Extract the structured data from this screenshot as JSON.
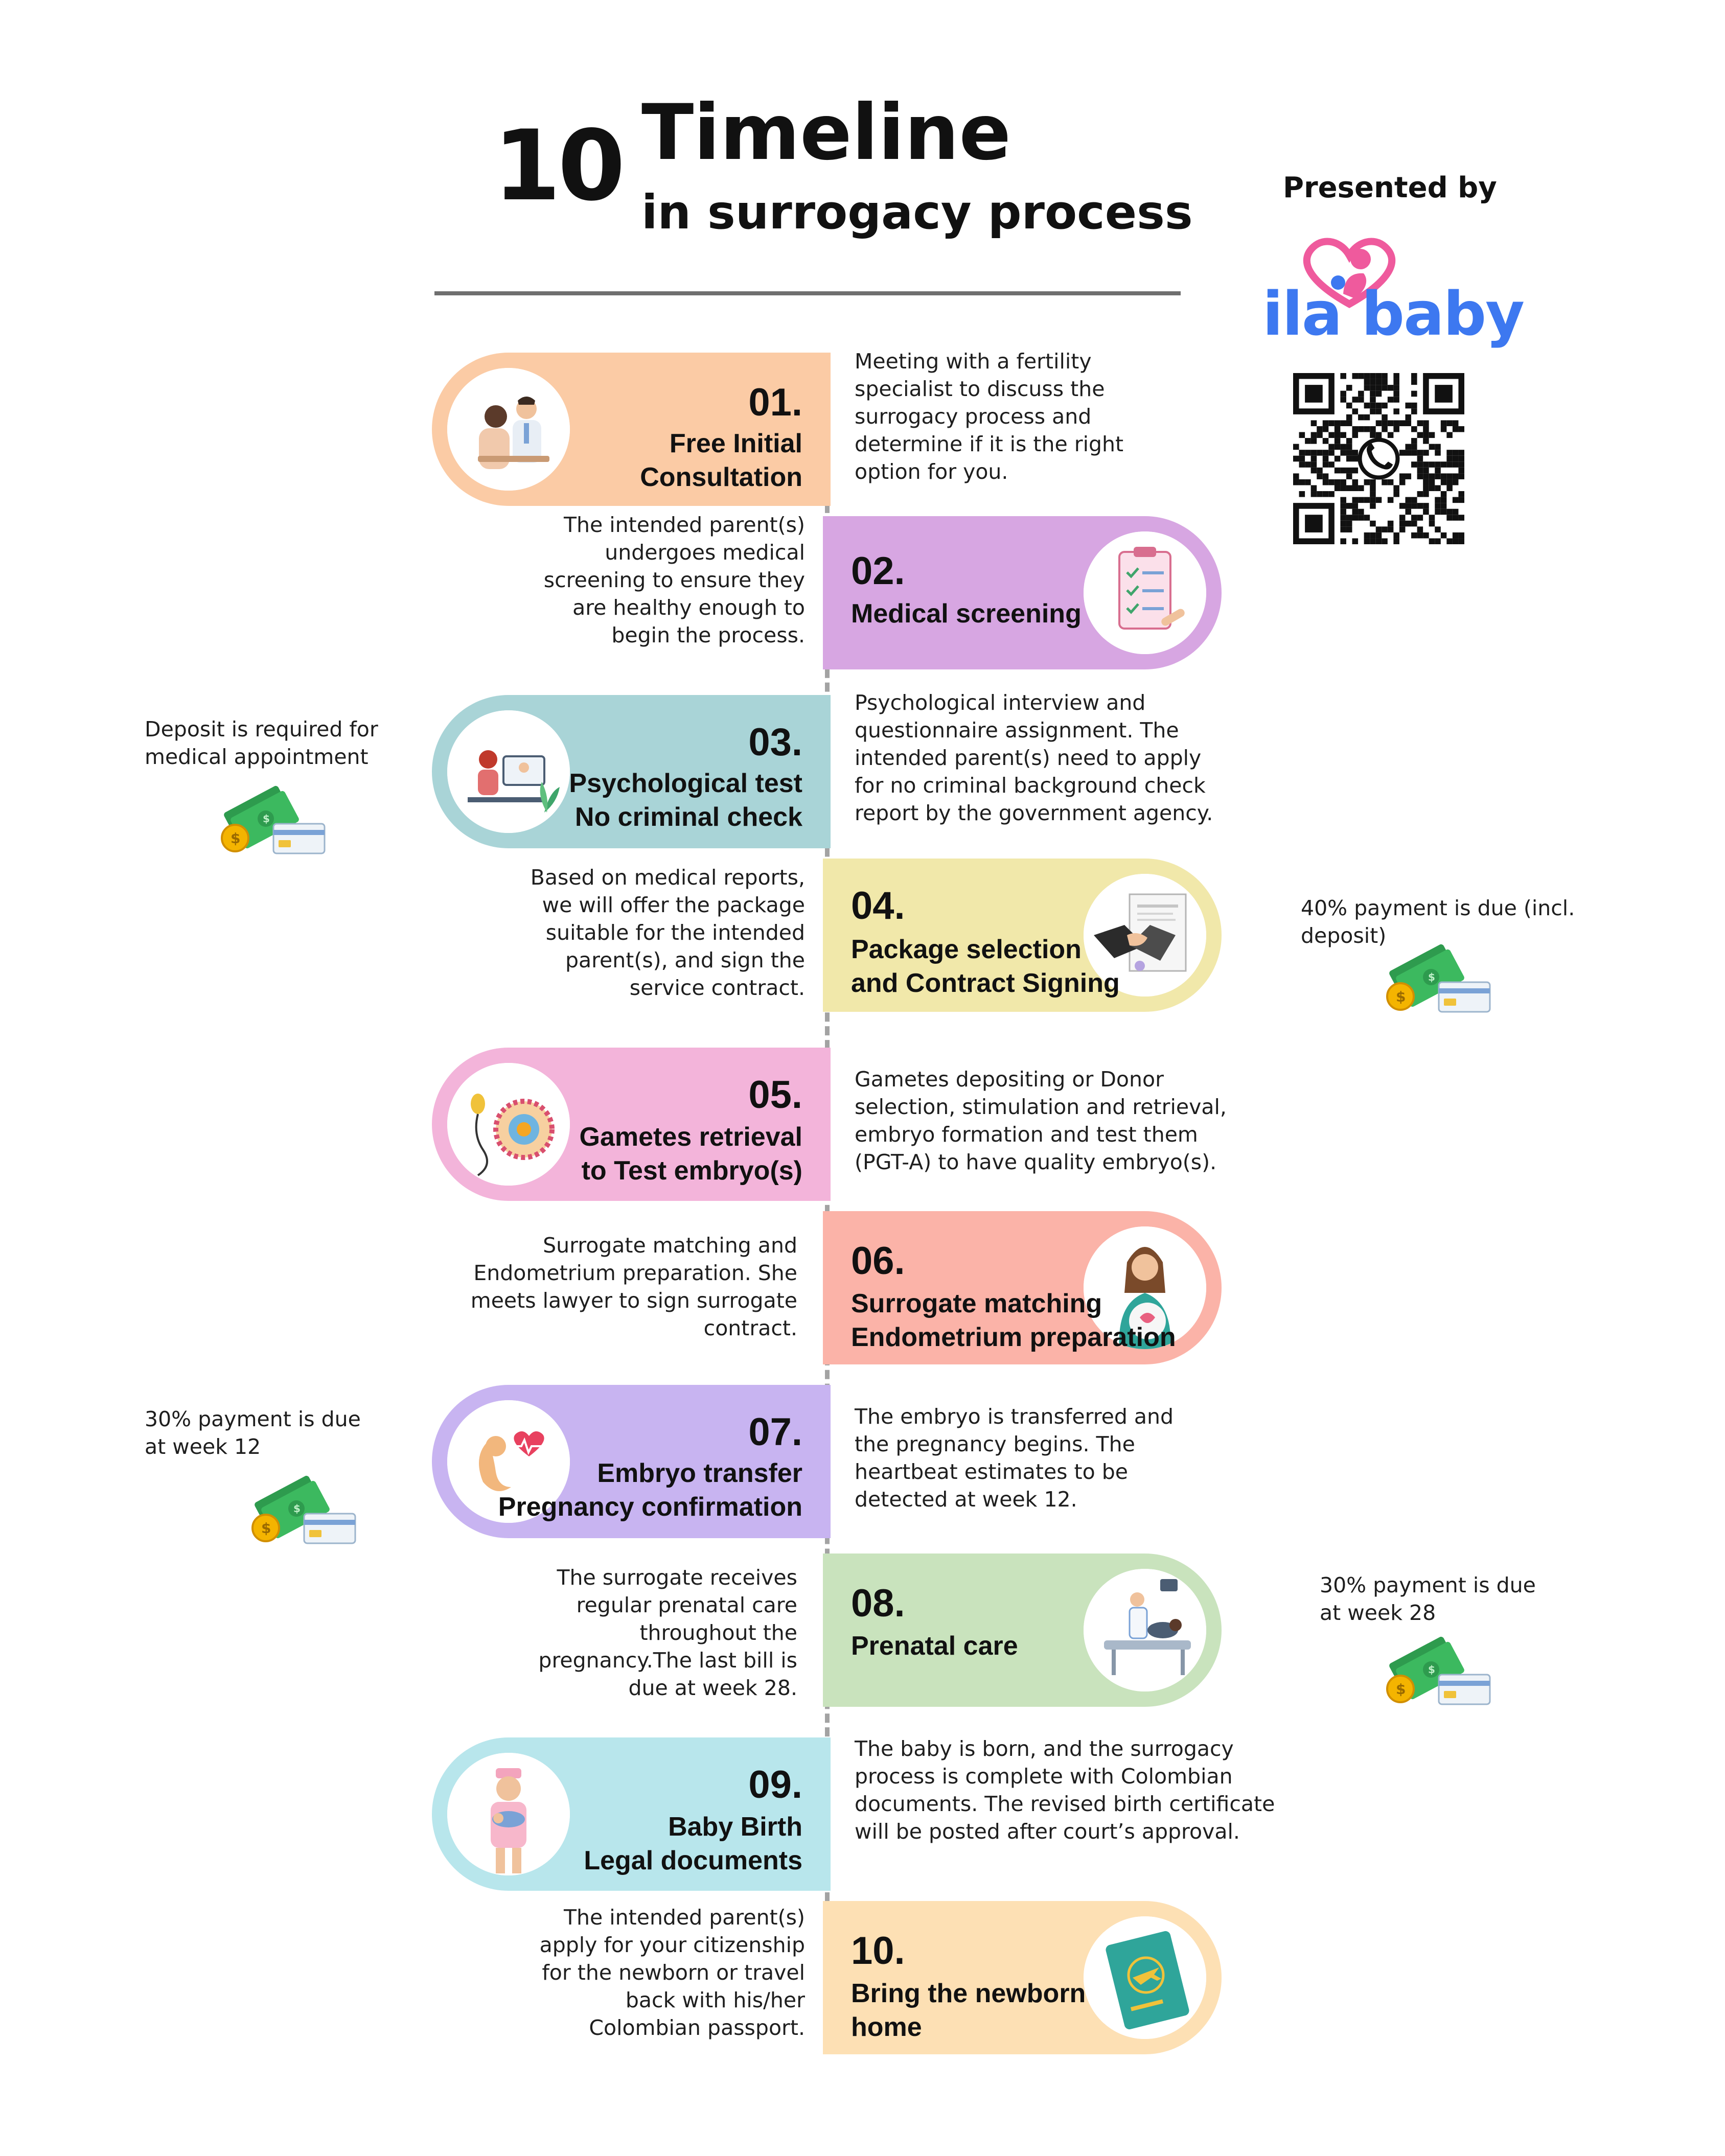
{
  "header": {
    "number": "10",
    "title": "Timeline",
    "subtitle": "in surrogacy process"
  },
  "brand": {
    "presented_by": "Presented by",
    "logo_text": "ila baby",
    "logo_color": "#3d78f0",
    "logo_mark_color": "#ef5a9d",
    "qr_code_icon": "whatsapp-qr-code-icon"
  },
  "steps": [
    {
      "number": "01.",
      "label": "Free Initial\nConsultation",
      "color": "#fbcba5",
      "icon": "doctor-consultation-icon",
      "description": "Meeting with a fertility\nspecialist to discuss the\nsurrogacy process and\ndetermine if it is the right\noption for you."
    },
    {
      "number": "02.",
      "label": "Medical screening",
      "color": "#d7a6e2",
      "icon": "medical-checklist-icon",
      "description": "The intended parent(s)\nundergoes medical\nscreening to ensure they\nare healthy enough to\nbegin the process."
    },
    {
      "number": "03.",
      "label": "Psychological test\nNo criminal check",
      "color": "#a9d4d7",
      "icon": "video-call-interview-icon",
      "description": "Psychological interview and\nquestionnaire assignment. The\nintended parent(s) need to apply\nfor no criminal background check\nreport by the government agency."
    },
    {
      "number": "04.",
      "label": "Package selection\nand Contract Signing",
      "color": "#f1e8aa",
      "icon": "handshake-contract-icon",
      "description": "Based on medical reports,\nwe will offer the package\nsuitable for the intended\nparent(s), and sign the\nservice contract."
    },
    {
      "number": "05.",
      "label": "Gametes retrieval\nto Test embryo(s)",
      "color": "#f3b4da",
      "icon": "egg-sperm-icon",
      "description": "Gametes depositing or Donor\nselection, stimulation and retrieval,\nembryo formation and test them\n(PGT-A) to have quality embryo(s)."
    },
    {
      "number": "06.",
      "label": "Surrogate matching\nEndometrium preparation",
      "color": "#fbb3a8",
      "icon": "pregnant-woman-icon",
      "description": "Surrogate matching and\nEndometrium preparation. She\nmeets lawyer to sign surrogate\ncontract."
    },
    {
      "number": "07.",
      "label": "Embryo transfer\nPregnancy confirmation",
      "color": "#c8b4f1",
      "icon": "embryo-heartbeat-icon",
      "description": "The embryo is transferred and\nthe pregnancy begins. The\nheartbeat estimates to be\ndetected at week 12."
    },
    {
      "number": "08.",
      "label": "Prenatal care",
      "color": "#c9e3bd",
      "icon": "ultrasound-exam-icon",
      "description": "The surrogate receives\nregular prenatal care\nthroughout the\npregnancy.The last bill is\ndue at week 28."
    },
    {
      "number": "09.",
      "label": "Baby Birth\nLegal documents",
      "color": "#b8e6ec",
      "icon": "nurse-newborn-icon",
      "description": "The baby is born, and the surrogacy\nprocess is complete with Colombian\ndocuments. The revised birth certificate\nwill be posted after court’s approval."
    },
    {
      "number": "10.",
      "label": "Bring the newborn\nhome",
      "color": "#fde0b4",
      "icon": "passport-icon",
      "description": "The intended parent(s)\napply for your citizenship\nfor the newborn or travel\nback with his/her\nColombian passport."
    }
  ],
  "payments": [
    {
      "text": "Deposit is required for\nmedical appointment",
      "icon": "money-card-icon"
    },
    {
      "text": "40% payment is due (incl.\ndeposit)",
      "icon": "money-card-icon"
    },
    {
      "text": "30% payment is due\nat week 12",
      "icon": "money-card-icon"
    },
    {
      "text": "30% payment is due\nat week 28",
      "icon": "money-card-icon"
    }
  ]
}
